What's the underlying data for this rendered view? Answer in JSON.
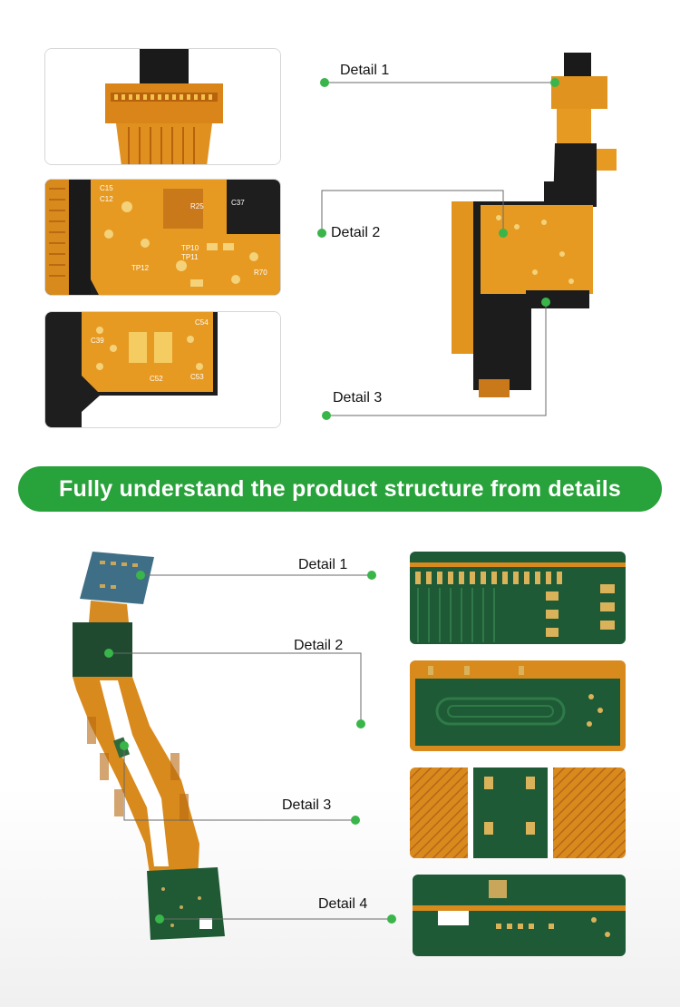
{
  "banner": {
    "text": "Fully understand the product structure from details"
  },
  "top_callouts": [
    {
      "label": "Detail 1"
    },
    {
      "label": "Detail 2"
    },
    {
      "label": "Detail 3"
    }
  ],
  "bottom_callouts": [
    {
      "label": "Detail 1"
    },
    {
      "label": "Detail 2"
    },
    {
      "label": "Detail 3"
    },
    {
      "label": "Detail 4"
    }
  ],
  "colors": {
    "accent_green": "#28a23a",
    "dot_green": "#3ab54a",
    "flex_orange": "#d98a1c",
    "board_black": "#1c1c1c",
    "pcb_green": "#1f5a34",
    "gold_pad": "#e0b24a"
  }
}
